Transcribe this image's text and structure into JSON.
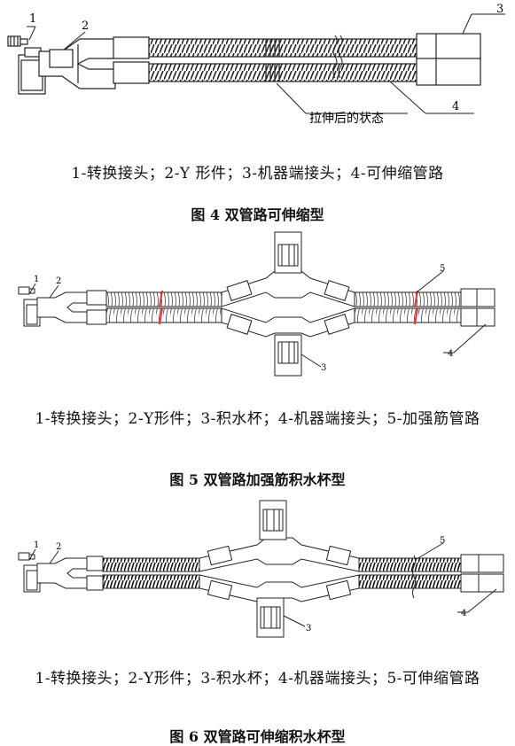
{
  "figures": [
    {
      "callouts": [
        "1",
        "2",
        "3",
        "4"
      ],
      "state_label": "拉伸后的状态",
      "legend": "1-转换接头；2-Y 形件；3-机器端接头；4-可伸缩管路",
      "caption": "图 4  双管路可伸缩型"
    },
    {
      "callouts": [
        "1",
        "2",
        "3",
        "4",
        "5"
      ],
      "legend": "1-转换接头；2-Y形件；3-积水杯；4-机器端接头；5-加强筋管路",
      "caption": "图 5  双管路加强筋积水杯型"
    },
    {
      "callouts": [
        "1",
        "2",
        "3",
        "4",
        "5"
      ],
      "legend": "1-转换接头；2-Y形件；3-积水杯；4-机器端接头；5-可伸缩管路",
      "caption": "图 6  双管路可伸缩积水杯型"
    }
  ]
}
